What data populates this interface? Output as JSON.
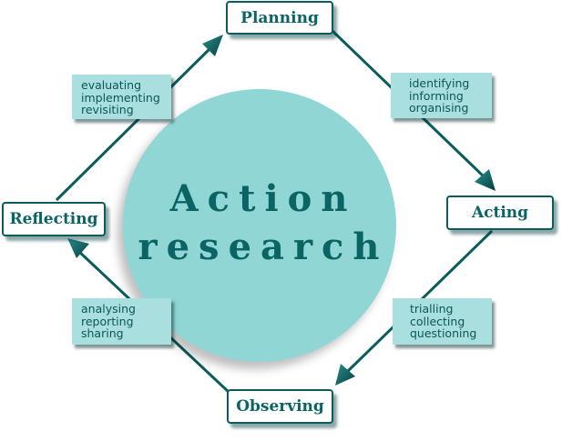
{
  "title": "Action research",
  "title_lines": [
    "Action",
    "research"
  ],
  "stages": {
    "planning": {
      "label": "Planning",
      "activities": [
        "identifying",
        "informing",
        "organising"
      ]
    },
    "acting": {
      "label": "Acting",
      "activities": [
        "trialling",
        "collecting",
        "questioning"
      ]
    },
    "observing": {
      "label": "Observing",
      "activities": [
        "analysing",
        "reporting",
        "sharing"
      ]
    },
    "reflecting": {
      "label": "Reflecting",
      "activities": [
        "evaluating",
        "implementing",
        "revisiting"
      ]
    }
  },
  "cycle_order": [
    "Planning",
    "Acting",
    "Observing",
    "Reflecting"
  ],
  "colors": {
    "circle_fill": "#8fd6d5",
    "text_dark_teal": "#0b6464",
    "activity_box_fill": "#a9e0df",
    "arrow_color": "#0b5c5c"
  }
}
